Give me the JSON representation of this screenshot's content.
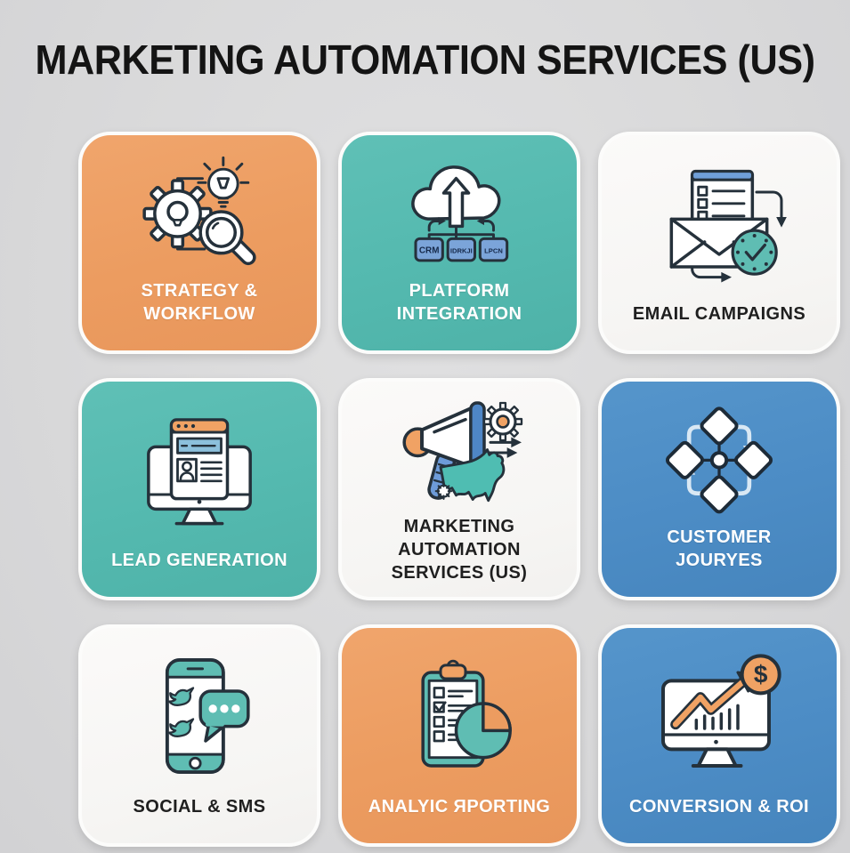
{
  "title": "MARKETING AUTOMATION SERVICES (US)",
  "colors": {
    "background": "#D9D9DA",
    "orange": "#EC9C60",
    "teal": "#54B9AF",
    "blue": "#4C8CC5",
    "card_white": "#F6F5F3",
    "outline": "#25313B",
    "label_light": "#FFFFFF",
    "label_dark": "#1F1F1F"
  },
  "cards": [
    {
      "id": "strategy-workflow",
      "theme": "orange",
      "icon": "gear-lightbulb-magnifier-icon",
      "label": "STRATEGY &\nWORKFLOW"
    },
    {
      "id": "platform-integration",
      "theme": "teal",
      "icon": "cloud-upload-crm-icon",
      "label": "PLATFORM\nINTEGRATION"
    },
    {
      "id": "email-campaigns",
      "theme": "white",
      "icon": "envelope-checklist-clock-icon",
      "label": "EMAIL CAMPAIGNS"
    },
    {
      "id": "lead-generation",
      "theme": "teal",
      "icon": "monitor-webpage-icon",
      "label": "LEAD GENERATION"
    },
    {
      "id": "marketing-automation-services",
      "theme": "white",
      "icon": "megaphone-usa-map-icon",
      "label": "MARKETING AUTOMATION\nSERVICES (US)"
    },
    {
      "id": "customer-journeys",
      "theme": "blue",
      "icon": "flowchart-diamonds-icon",
      "label": "CUSTOMER\nJOURYES"
    },
    {
      "id": "social-sms",
      "theme": "white",
      "icon": "phone-social-chat-icon",
      "label": "SOCIAL & SMS"
    },
    {
      "id": "analytics-reporting",
      "theme": "orange",
      "icon": "clipboard-pie-chart-icon",
      "label": "ANALYIC ЯPORTING"
    },
    {
      "id": "conversion-roi",
      "theme": "blue",
      "icon": "monitor-growth-dollar-icon",
      "label": "CONVERSION & ROI"
    }
  ],
  "icon_text": {
    "crm_boxes": [
      "CRM",
      "IDRKJI",
      "LPCN"
    ],
    "dollar_sign": "$"
  }
}
